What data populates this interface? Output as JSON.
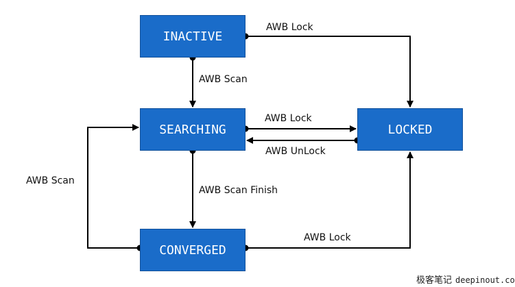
{
  "states": {
    "inactive": "INACTIVE",
    "searching": "SEARCHING",
    "locked": "LOCKED",
    "converged": "CONVERGED"
  },
  "transitions": {
    "inactive_to_locked": "AWB Lock",
    "inactive_to_searching": "AWB Scan",
    "searching_to_locked": "AWB Lock",
    "locked_to_searching": "AWB UnLock",
    "searching_to_converged": "AWB Scan Finish",
    "converged_to_searching": "AWB Scan",
    "converged_to_locked": "AWB Lock"
  },
  "watermark": {
    "cn": "极客笔记",
    "site": "deepinout.com"
  },
  "colors": {
    "state_fill": "#1a6cc9",
    "state_text": "#ffffff",
    "edge": "#000000"
  }
}
